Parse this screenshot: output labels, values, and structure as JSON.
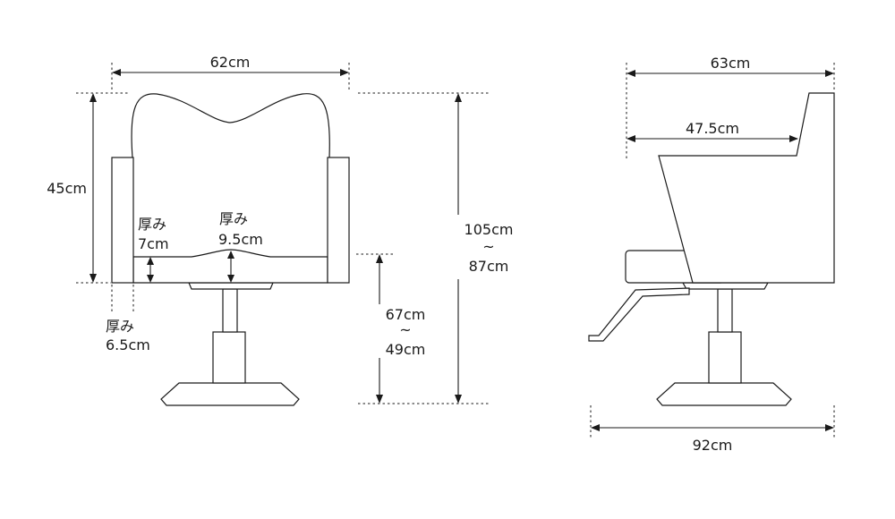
{
  "front_view": {
    "width_label": "62cm",
    "backrest_height_label": "45cm",
    "armrest_thickness": {
      "title": "厚み",
      "value": "7cm"
    },
    "seat_thickness": {
      "title": "厚み",
      "value": "9.5cm"
    },
    "side_thickness": {
      "title": "厚み",
      "value": "6.5cm"
    },
    "total_height": {
      "max": "105cm",
      "separator": "~",
      "min": "87cm"
    },
    "seat_height": {
      "max": "67cm",
      "separator": "~",
      "min": "49cm"
    }
  },
  "side_view": {
    "width_label": "63cm",
    "seat_depth_label": "47.5cm",
    "base_length_label": "92cm"
  }
}
